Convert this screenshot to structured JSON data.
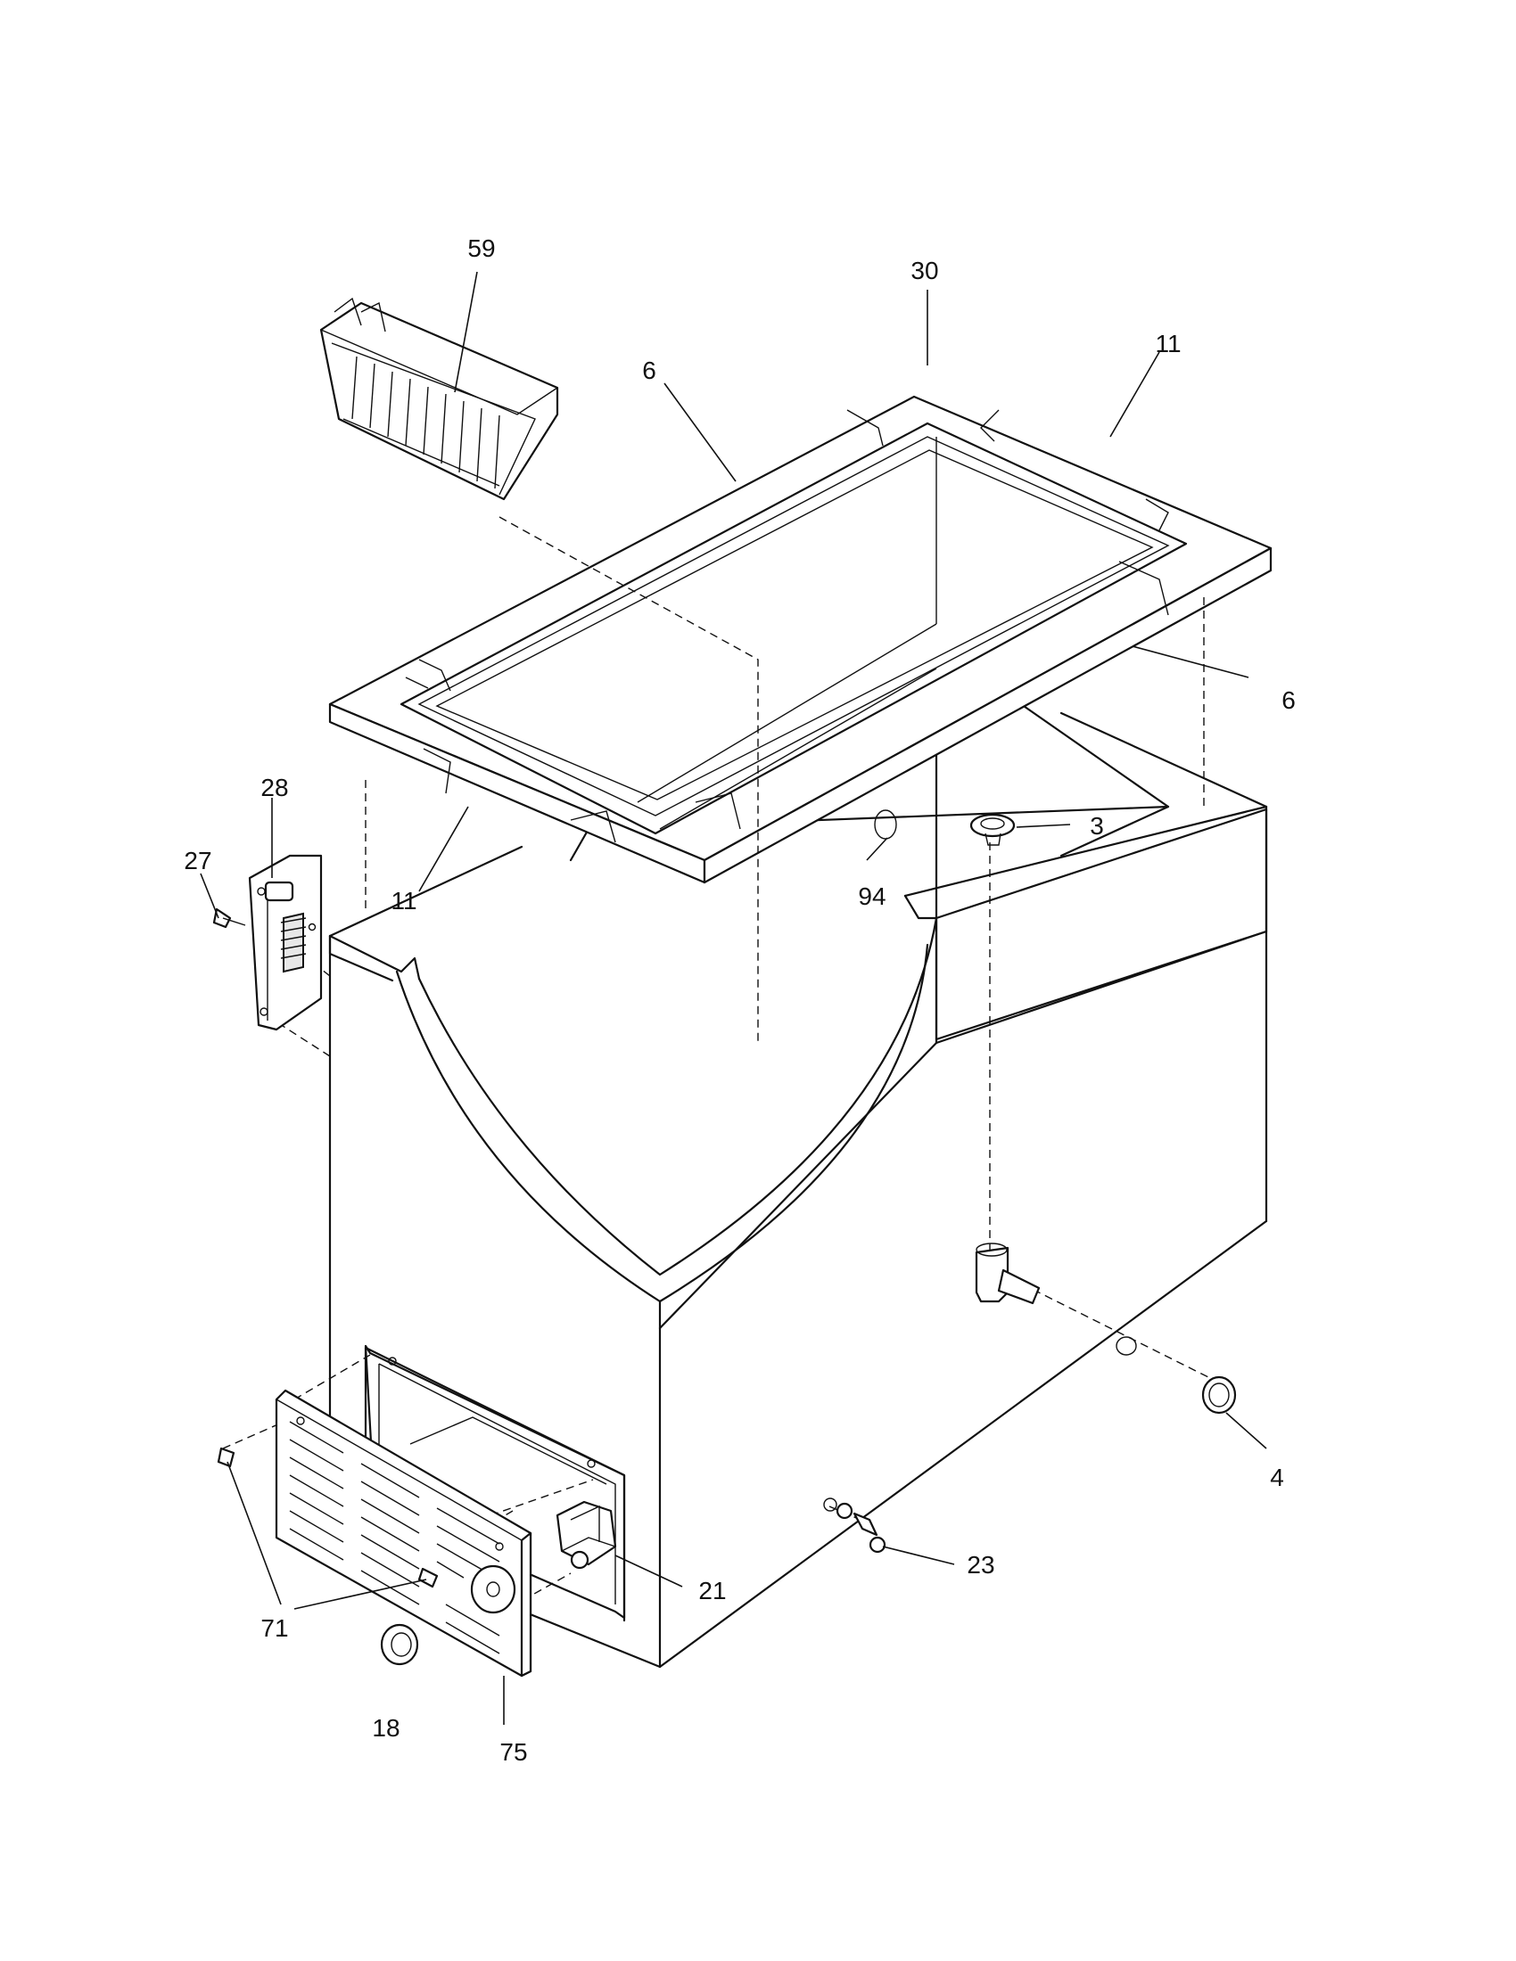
{
  "diagram": {
    "callouts": {
      "c59": "59",
      "c30": "30",
      "c6a": "6",
      "c11a": "11",
      "c6b": "6",
      "c28": "28",
      "c27": "27",
      "c11b": "11",
      "c94": "94",
      "c3": "3",
      "c4": "4",
      "c23": "23",
      "c21": "21",
      "c71": "71",
      "c18": "18",
      "c75": "75"
    }
  }
}
